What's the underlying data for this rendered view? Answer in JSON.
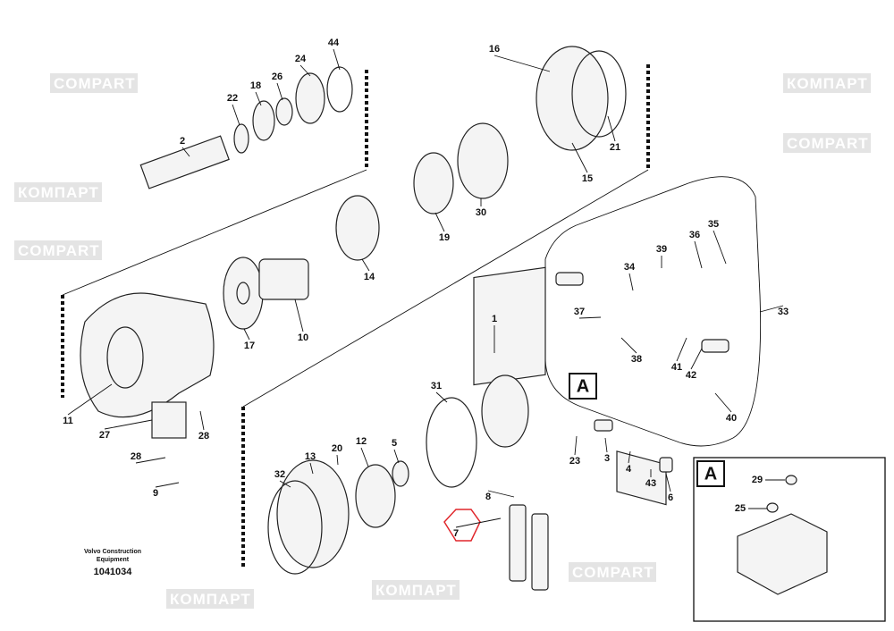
{
  "watermark": {
    "brand_latin": "COMPART",
    "brand_cyrillic": "КОМПАРТ"
  },
  "caption": {
    "line1": "Volvo Construction",
    "line2": "Equipment",
    "doc_number": "1041034"
  },
  "callouts": [
    "44",
    "24",
    "26",
    "18",
    "22",
    "2",
    "16",
    "15",
    "21",
    "30",
    "19",
    "14",
    "17",
    "10",
    "11",
    "27",
    "28",
    "28",
    "9",
    "1",
    "31",
    "20",
    "12",
    "5",
    "13",
    "32",
    "8",
    "7",
    "23",
    "3",
    "4",
    "43",
    "6",
    "33",
    "34",
    "39",
    "36",
    "35",
    "37",
    "38",
    "41",
    "42",
    "40"
  ],
  "view_marker": "A",
  "inset": {
    "title": "A",
    "callouts": [
      "29",
      "25"
    ]
  },
  "colors": {
    "highlight": "#e0262b",
    "watermark": "#e4e4e4"
  }
}
